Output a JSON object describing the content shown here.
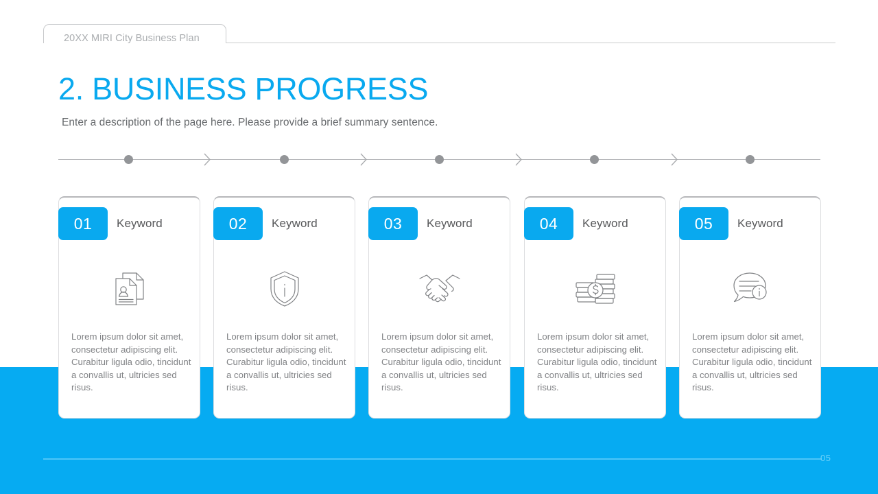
{
  "header": {
    "tab_label": "20XX MIRI City Business Plan"
  },
  "title": "2. BUSINESS PROGRESS",
  "subtitle": "Enter a description of the page here. Please provide a brief summary sentence.",
  "colors": {
    "accent_blue": "#09A9EF",
    "band_blue": "#06ABF2",
    "footer_rule": "#4FC6F7",
    "page_number": "#6FD2F9",
    "timeline_gray": "#939598",
    "text_gray": "#808285",
    "heading_gray": "#58595B"
  },
  "timeline": {
    "dots": 5,
    "arrows": 4
  },
  "body_text": "Lorem ipsum dolor sit amet, consectetur adipiscing elit. Curabitur ligula odio, tincidunt a convallis ut, ultricies sed risus.",
  "cards": [
    {
      "number": "01",
      "keyword": "Keyword",
      "icon": "profile-documents-icon",
      "body": "Lorem ipsum dolor sit amet, consectetur adipiscing elit. Curabitur ligula odio, tincidunt a convallis ut, ultricies sed risus."
    },
    {
      "number": "02",
      "keyword": "Keyword",
      "icon": "shield-info-icon",
      "body": "Lorem ipsum dolor sit amet, consectetur adipiscing elit. Curabitur ligula odio, tincidunt a convallis ut, ultricies sed risus."
    },
    {
      "number": "03",
      "keyword": "Keyword",
      "icon": "handshake-icon",
      "body": "Lorem ipsum dolor sit amet, consectetur adipiscing elit. Curabitur ligula odio, tincidunt a convallis ut, ultricies sed risus."
    },
    {
      "number": "04",
      "keyword": "Keyword",
      "icon": "coin-stacks-dollar-icon",
      "body": "Lorem ipsum dolor sit amet, consectetur adipiscing elit. Curabitur ligula odio, tincidunt a convallis ut, ultricies sed risus."
    },
    {
      "number": "05",
      "keyword": "Keyword",
      "icon": "speech-bubble-info-icon",
      "body": "Lorem ipsum dolor sit amet, consectetur adipiscing elit. Curabitur ligula odio, tincidunt a convallis ut, ultricies sed risus."
    }
  ],
  "footer": {
    "page_number": "05"
  }
}
